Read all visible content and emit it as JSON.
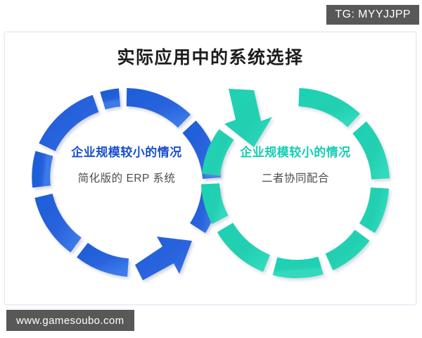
{
  "watermarks": {
    "top_badge": "TG: MYYJJPP",
    "bottom_badge": "www.gamesoubo.com"
  },
  "card": {
    "title": "实际应用中的系统选择"
  },
  "diagram": {
    "type": "two-segmented-circular-arrows",
    "rings": [
      {
        "id": "left-ring",
        "color": "#1f5fd8",
        "color_light": "#3a7ae8",
        "arrow_direction": "clockwise",
        "arrow_position": "bottom-right",
        "heading": "企业规模较小的情况",
        "subtitle": "简化版的 ERP 系统"
      },
      {
        "id": "right-ring",
        "color": "#1fd1b4",
        "color_light": "#3fdcc2",
        "arrow_direction": "counter-clockwise",
        "arrow_position": "top-left",
        "heading": "企业规模较小的情况",
        "subtitle": "二者协同配合"
      }
    ]
  },
  "colors": {
    "blue": "#1f5fd8",
    "blue_text": "#1b4fd0",
    "teal": "#1fd1b4",
    "teal_text": "#15cdb2",
    "title_text": "#1d1d1d",
    "subtitle_text": "#4c4c4c",
    "watermark_bg": "#585858",
    "card_border": "#e7eaf6",
    "page_bg": "#ffffff"
  }
}
